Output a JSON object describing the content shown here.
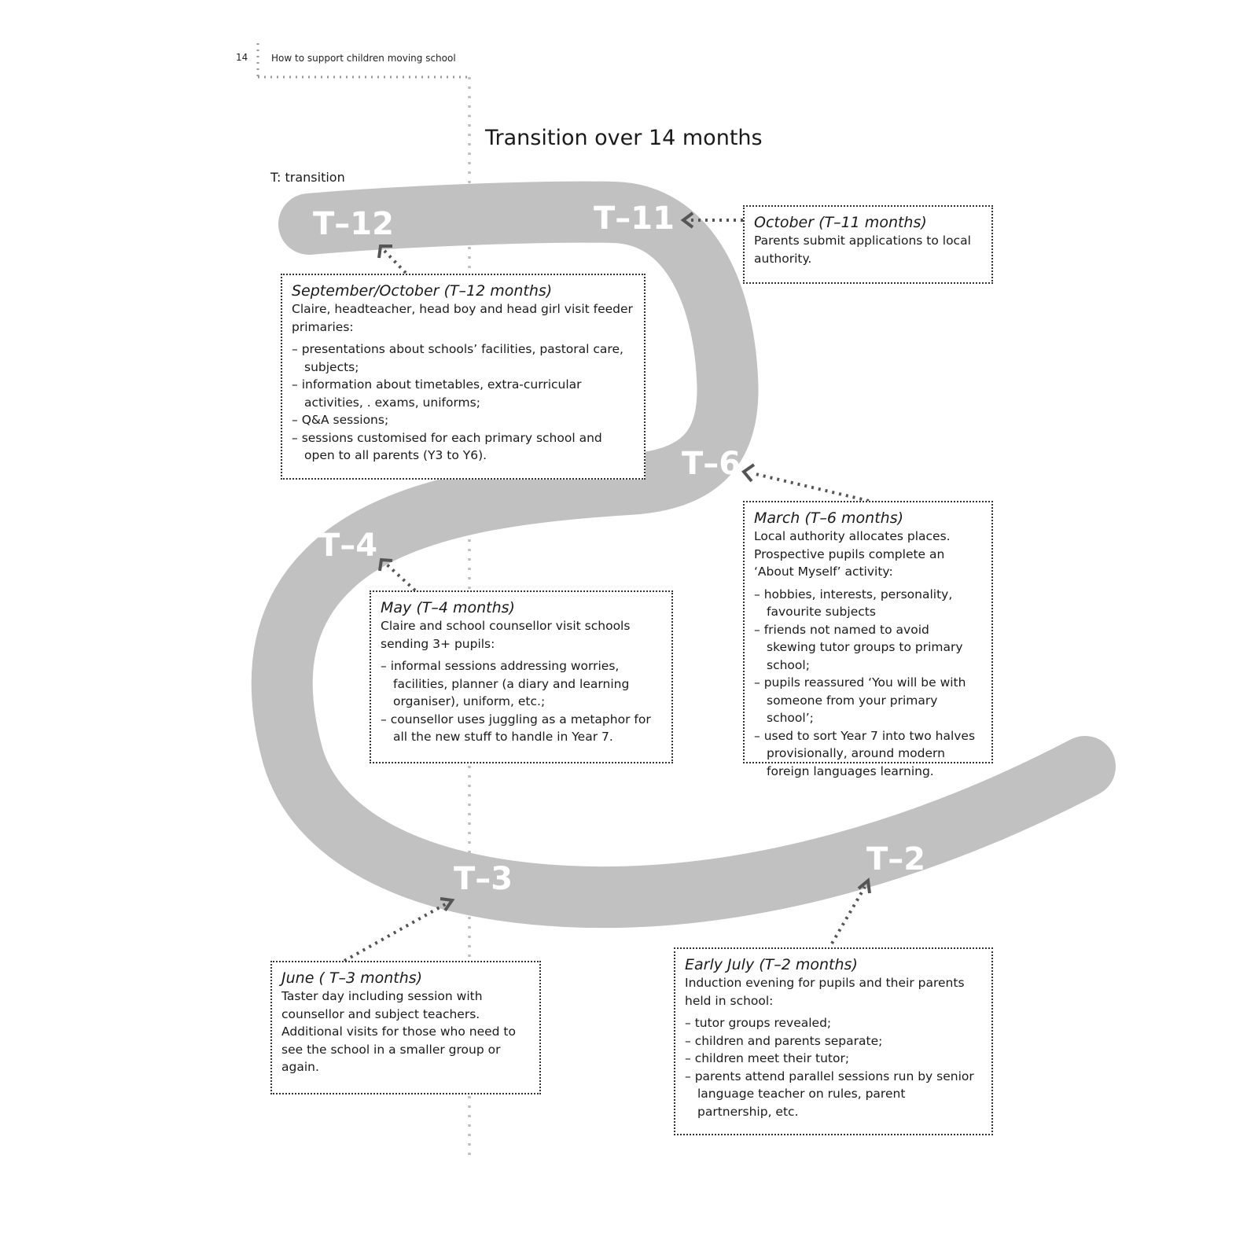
{
  "header": {
    "page_number": "14",
    "running_title": "How to support children moving school"
  },
  "title": "Transition over 14 months",
  "legend": "T: transition",
  "path_labels": {
    "t12": "T–12",
    "t11": "T–11",
    "t6": "T–6",
    "t4": "T–4",
    "t3": "T–3",
    "t2": "T–2"
  },
  "boxes": {
    "t12": {
      "heading": "September/October (T–12 months)",
      "intro": "Claire, headteacher, head boy and head girl visit feeder primaries:",
      "items": [
        "presentations about schools’ facilities, pastoral care, subjects;",
        "information about timetables, extra-curricular activities, . exams, uniforms;",
        "Q&A sessions;",
        "sessions customised for each primary school and open to all parents (Y3 to Y6)."
      ]
    },
    "t11": {
      "heading": "October (T–11 months)",
      "intro": "Parents submit applications to local authority."
    },
    "t6": {
      "heading": "March (T–6 months)",
      "intro": "Local authority allocates places. Prospective pupils complete an ‘About Myself’ activity:",
      "items": [
        "hobbies, interests, personality, favourite subjects",
        "friends not named to avoid skewing tutor groups to primary school;",
        "pupils reassured ‘You will be with someone from your primary school’;",
        "used to sort Year 7 into two halves provisionally, around modern foreign languages learning."
      ]
    },
    "t4": {
      "heading": "May (T–4 months)",
      "intro": "Claire and school counsellor visit schools sending 3+ pupils:",
      "items": [
        "informal sessions addressing worries, facilities, planner (a diary and learning organiser), uniform, etc.;",
        "counsellor uses juggling as a metaphor for all the new stuff to handle in Year 7."
      ]
    },
    "t3": {
      "heading": "June ( T–3 months)",
      "intro": "Taster day including session with counsellor and subject teachers. Additional visits for those who need to see the school in a smaller group or again."
    },
    "t2": {
      "heading": "Early July (T–2 months)",
      "intro": "Induction evening for pupils and their parents held in school:",
      "items": [
        "tutor groups revealed;",
        "children and parents separate;",
        "children meet their tutor;",
        "parents attend parallel sessions run by senior language teacher on rules, parent partnership, etc."
      ]
    }
  },
  "colors": {
    "path": "#c1c1c1",
    "guide": "#bdbdbd",
    "arrow": "#555555",
    "border": "#333333"
  }
}
